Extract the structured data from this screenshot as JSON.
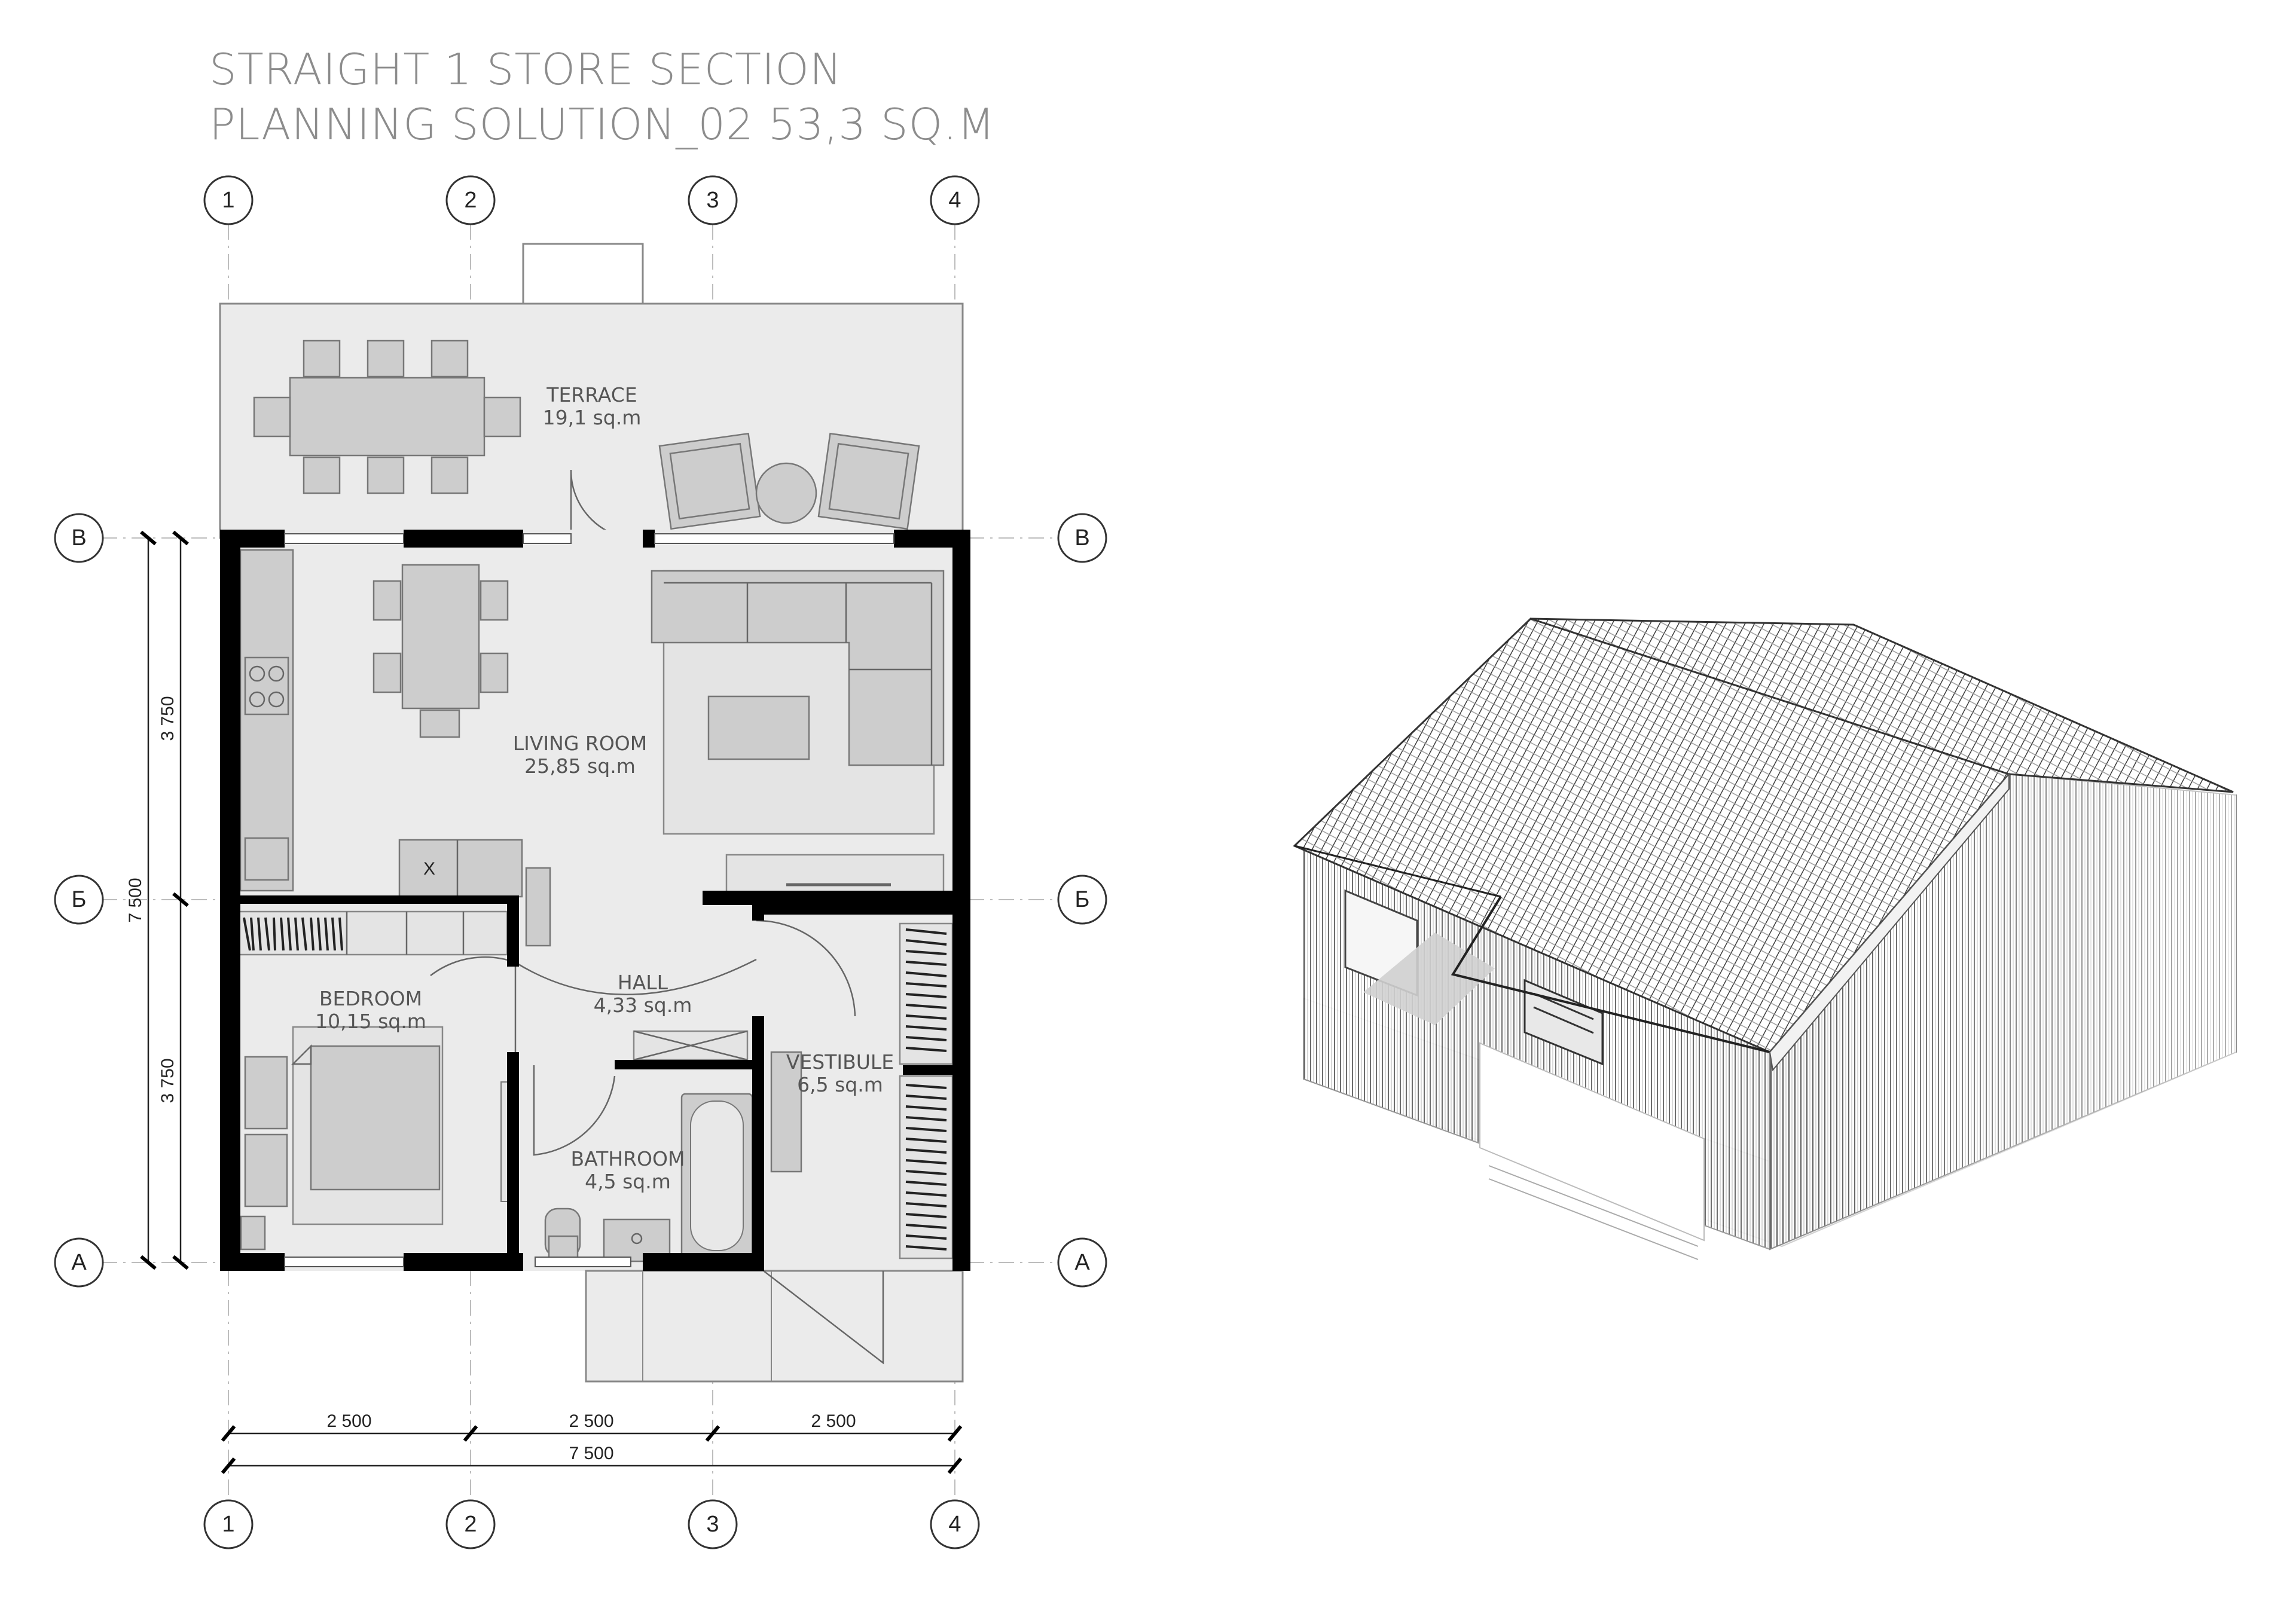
{
  "title": {
    "line1": "STRAIGHT 1 STORE SECTION",
    "line2": "PLANNING SOLUTION_02 53,3 SQ.M"
  },
  "axes": {
    "columns": [
      "1",
      "2",
      "3",
      "4"
    ],
    "rows": [
      "В",
      "Б",
      "А"
    ]
  },
  "rooms": {
    "terrace": {
      "name": "TERRACE",
      "area": "19,1 sq.m"
    },
    "living": {
      "name": "LIVING ROOM",
      "area": "25,85 sq.m"
    },
    "hall": {
      "name": "HALL",
      "area": "4,33 sq.m"
    },
    "bedroom": {
      "name": "BEDROOM",
      "area": "10,15 sq.m"
    },
    "bathroom": {
      "name": "BATHROOM",
      "area": "4,5 sq.m"
    },
    "vestibule": {
      "name": "VESTIBULE",
      "area": "6,5 sq.m"
    }
  },
  "dimensions": {
    "bottom_segments": [
      "2 500",
      "2 500",
      "2 500"
    ],
    "bottom_total": "7 500",
    "left_segments": [
      "3 750",
      "3 750"
    ],
    "left_total": "7 500"
  },
  "symbols": {
    "stove_x": "X"
  },
  "colors": {
    "floor": "#ebebeb",
    "furniture": "#cdcdcd",
    "wall": "#000000",
    "title": "#8c8c8c"
  }
}
